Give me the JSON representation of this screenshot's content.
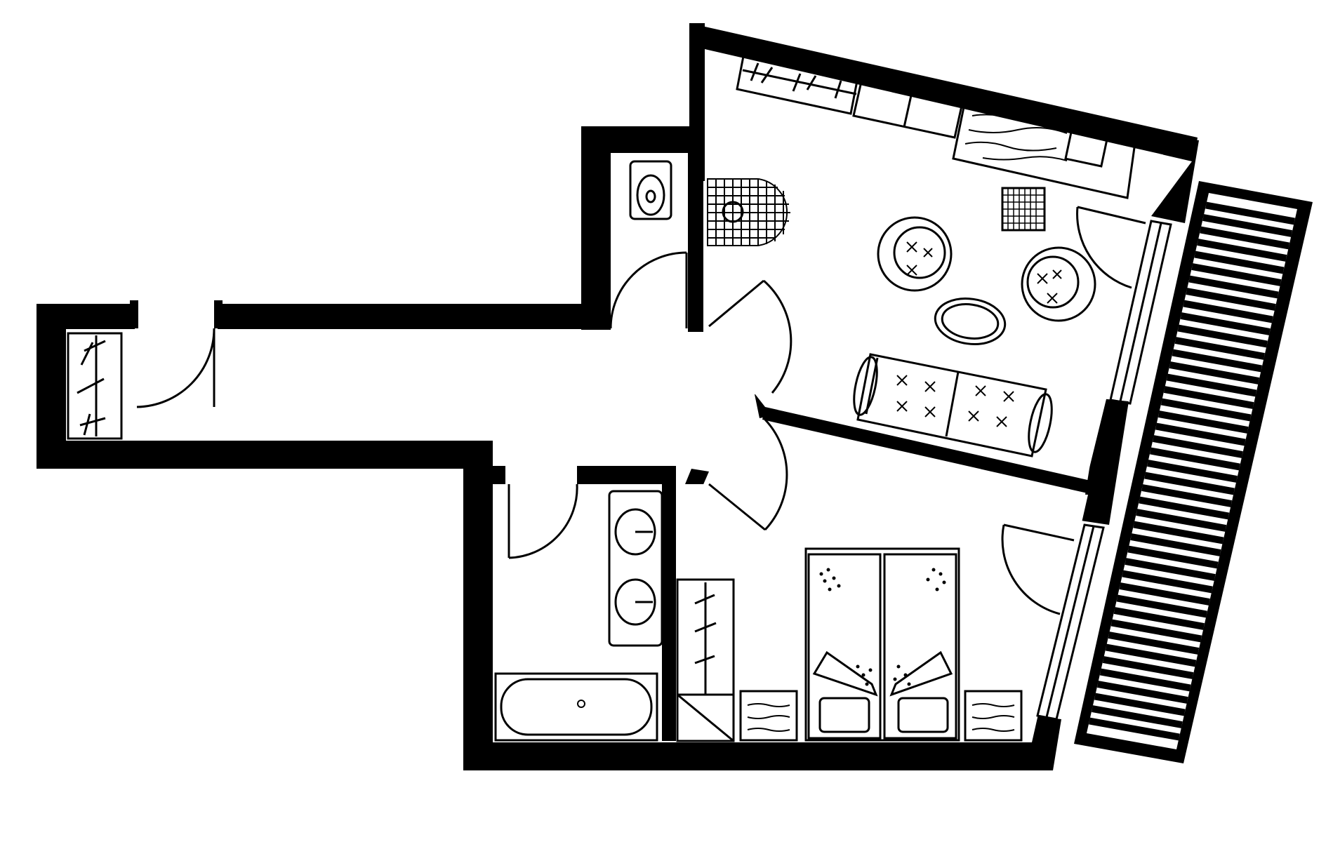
{
  "plan": {
    "line_color": "#000000",
    "fill_color": "#ffffff",
    "rooms": [
      "entrance-hall",
      "wardrobe-niche",
      "wc",
      "living-room",
      "bedroom",
      "bathroom",
      "balcony"
    ],
    "furniture": [
      "built-in-wardrobe",
      "kitchen-counter",
      "desk",
      "desk-chair",
      "shower-tray",
      "armchair",
      "coffee-table",
      "sofa",
      "double-bed",
      "nightstand",
      "double-washbasin",
      "bathtub",
      "closet",
      "toilet",
      "balcony-decking"
    ]
  }
}
